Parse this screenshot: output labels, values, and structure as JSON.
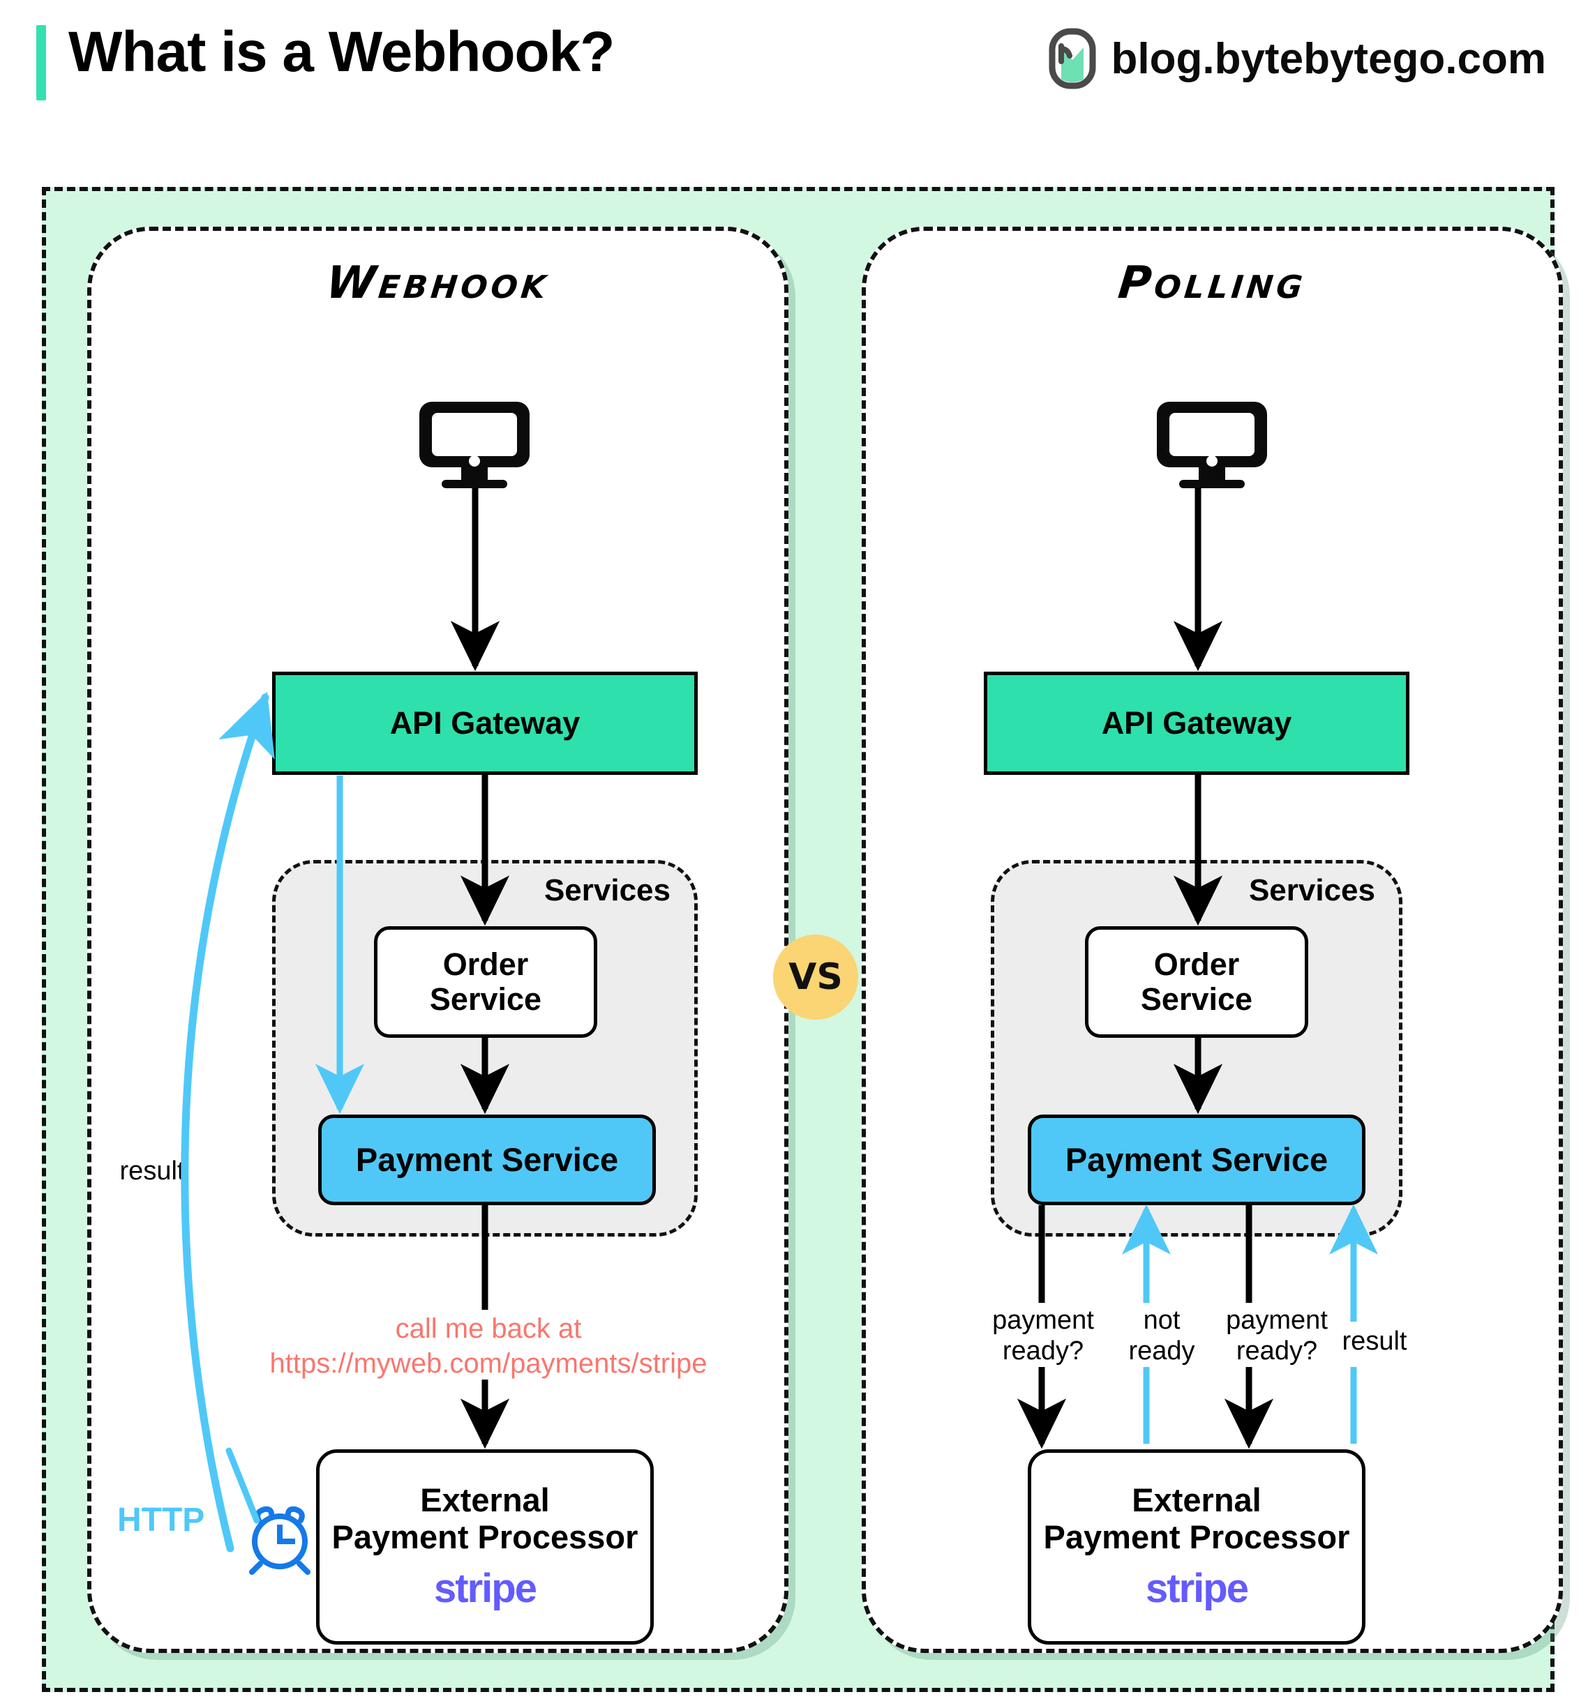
{
  "header": {
    "title": "What is a Webhook?",
    "brand": "blog.bytebytego.com",
    "logo_icon": "bytebytego-logo-icon",
    "accent_color": "#33E0B0"
  },
  "vs_badge": {
    "label": "VS",
    "color": "#FBD473"
  },
  "panels": [
    {
      "id": "webhook",
      "title": "Webhook",
      "client_icon": "monitor-icon",
      "gateway": {
        "label": "API Gateway",
        "color": "#2EE0AC"
      },
      "services": {
        "label": "Services",
        "order": {
          "line1": "Order",
          "line2": "Service"
        },
        "payment": {
          "label": "Payment Service",
          "color": "#4FC8F8"
        }
      },
      "callback_note": {
        "line1": "call me back at",
        "line2": "https://myweb.com/payments/stripe",
        "color": "#F9766E"
      },
      "processor": {
        "line1": "External",
        "line2": "Payment Processor",
        "brand": "stripe",
        "brand_color": "#635BFF"
      },
      "result_label": "result",
      "http_label": "HTTP",
      "clock_icon": "alarm-clock-icon",
      "http_color": "#4FC8F8"
    },
    {
      "id": "polling",
      "title": "Polling",
      "client_icon": "monitor-icon",
      "gateway": {
        "label": "API Gateway",
        "color": "#2EE0AC"
      },
      "services": {
        "label": "Services",
        "order": {
          "line1": "Order",
          "line2": "Service"
        },
        "payment": {
          "label": "Payment Service",
          "color": "#4FC8F8"
        }
      },
      "poll_labels": [
        {
          "text": "payment\nready?",
          "direction": "down",
          "color": "#000000"
        },
        {
          "text": "not\nready",
          "direction": "up",
          "color": "#4FC8F8"
        },
        {
          "text": "payment\nready?",
          "direction": "down",
          "color": "#000000"
        },
        {
          "text": "result",
          "direction": "up",
          "color": "#4FC8F8"
        }
      ],
      "processor": {
        "line1": "External",
        "line2": "Payment Processor",
        "brand": "stripe",
        "brand_color": "#635BFF"
      }
    }
  ],
  "theme": {
    "frame_fill": "#D2F8E2",
    "services_fill": "#EDEDED",
    "arrow_black": "#000000",
    "arrow_blue": "#4FC8F8"
  }
}
